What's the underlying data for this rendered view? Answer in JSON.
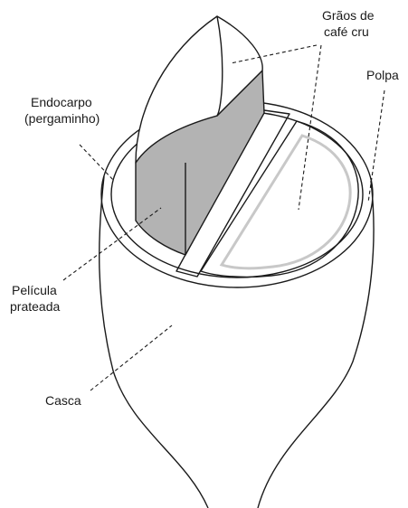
{
  "labels": {
    "graos_line1": "Grãos de",
    "graos_line2": "café cru",
    "polpa": "Polpa",
    "endocarpo_line1": "Endocarpo",
    "endocarpo_line2": "(pergaminho)",
    "pelicula_line1": "Película",
    "pelicula_line2": "prateada",
    "casca": "Casca"
  },
  "colors": {
    "line": "#1a1a1a",
    "silver_skin": "#b3b3b3",
    "inner_ring": "#c8c8c8",
    "background": "#ffffff"
  }
}
